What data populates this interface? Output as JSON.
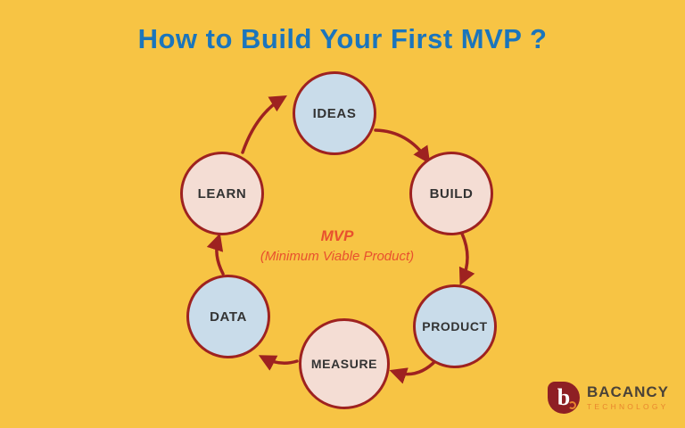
{
  "title": "How to Build Your First MVP ?",
  "center": {
    "line1": "MVP",
    "line2": "(Minimum Viable Product)"
  },
  "nodes": [
    {
      "id": "ideas",
      "label": "IDEAS",
      "color": "blue"
    },
    {
      "id": "build",
      "label": "BUILD",
      "color": "pink"
    },
    {
      "id": "product",
      "label": "PRODUCT",
      "color": "blue"
    },
    {
      "id": "measure",
      "label": "MEASURE",
      "color": "pink"
    },
    {
      "id": "data",
      "label": "DATA",
      "color": "blue"
    },
    {
      "id": "learn",
      "label": "LEARN",
      "color": "pink"
    }
  ],
  "cycle_order": [
    "IDEAS",
    "BUILD",
    "PRODUCT",
    "MEASURE",
    "DATA",
    "LEARN"
  ],
  "logo": {
    "glyph": "b",
    "name": "BACANCY",
    "tagline": "TECHNOLOGY"
  },
  "colors": {
    "background": "#F7C444",
    "title": "#1B75BC",
    "arrow_and_border": "#9E2220",
    "node_blue_fill": "#C9DCEA",
    "node_pink_fill": "#F4DDD4",
    "node_text": "#333333",
    "center_text": "#E8512E",
    "logo_name": "#4A4238",
    "logo_tagline": "#E8862D"
  }
}
